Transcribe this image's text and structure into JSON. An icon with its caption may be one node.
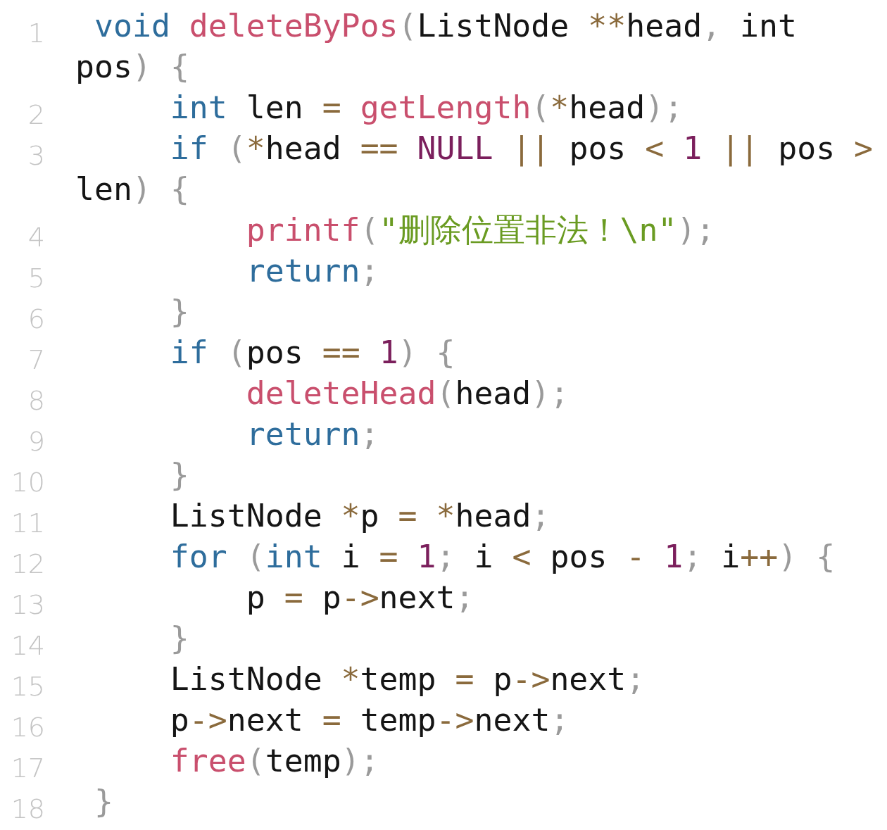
{
  "diagram": {
    "labels": [
      "1",
      "void deleteByPos(ListNode **head, int",
      "pos) {",
      "2",
      "int len = getLength(*head);",
      "3",
      "if (*head == NULL || pos < 1 || pos >",
      "len) {",
      "4",
      "printf(\"删除位置非法！\\n\");",
      "5",
      "return;",
      "6",
      "}",
      "7",
      "if (pos == 1) {",
      "8",
      "deleteHead(head);",
      "9",
      "return;",
      "10",
      "}",
      "11",
      "ListNode *p = *head;",
      "12",
      "for (int i = 1; i < pos - 1; i++) {",
      "13",
      "p = p->next;",
      "14",
      "}",
      "15",
      "ListNode *temp = p->next;",
      "16",
      "p->next = temp->next;",
      "17",
      "free(temp);",
      "18",
      "}"
    ]
  }
}
